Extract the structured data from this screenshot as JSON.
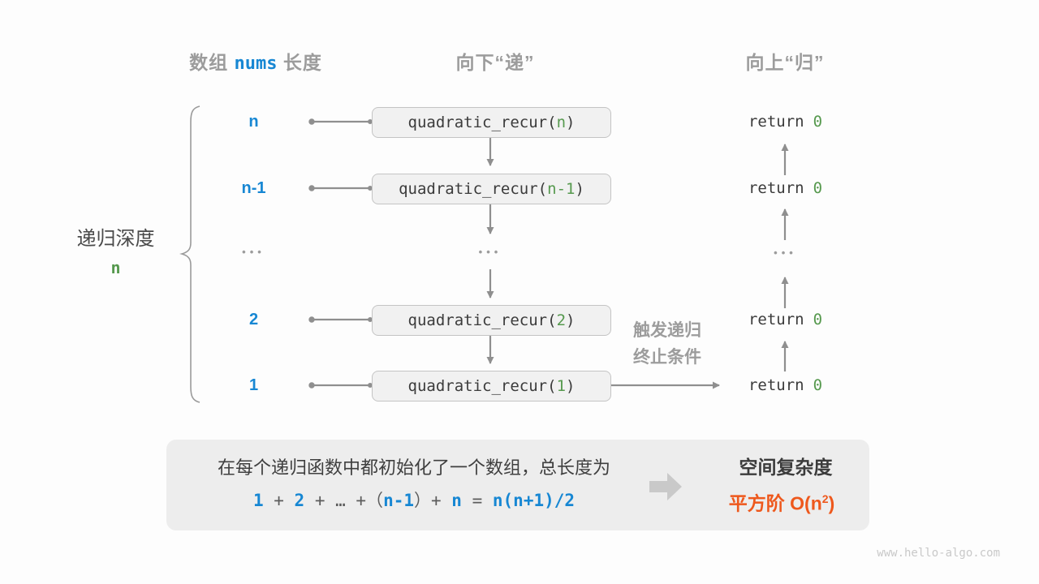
{
  "colors": {
    "blue": "#1787d3",
    "green": "#56994e",
    "orange": "#ee581c",
    "gray_label": "#9c9c9c",
    "dark_text": "#3b3b3b",
    "box_fill": "#f1f1f1",
    "box_border": "#c4c4c4",
    "panel_fill": "#ededed",
    "arrow_gray": "#8f8f8f"
  },
  "headers": {
    "array": {
      "prefix": "数组 ",
      "code": "nums",
      "suffix": " 长度"
    },
    "down": "向下“递”",
    "up": "向上“归”"
  },
  "depth": {
    "label": "递归深度",
    "value": "n"
  },
  "code": {
    "call_prefix": "quadratic_recur(",
    "call_suffix": ")",
    "return_kw": "return"
  },
  "rows": [
    {
      "depth": "n",
      "arg": "n",
      "ret_val": "0"
    },
    {
      "depth": "n-1",
      "arg": "n-1",
      "ret_val": "0"
    },
    {
      "depth": "•••",
      "mid": "•••",
      "ret": "•••"
    },
    {
      "depth": "2",
      "arg": "2",
      "ret_val": "0"
    },
    {
      "depth": "1",
      "arg": "1",
      "ret_val": "0"
    }
  ],
  "base_case": {
    "line1": "触发递归",
    "line2": "终止条件"
  },
  "summary": {
    "text": "在每个递归函数中都初始化了一个数组，总长度为",
    "formula": {
      "t1": "1",
      "op1": " + ",
      "t2": "2",
      "op2": " + … +（",
      "t3": "n-1",
      "op3": "）+ ",
      "t4": "n",
      "op4": " = ",
      "t5": "n(n+1)/2"
    },
    "result_title": "空间复杂度",
    "result_pre": "平方阶 O(n",
    "result_sup": "2",
    "result_post": ")"
  },
  "watermark": "www.hello-algo.com"
}
